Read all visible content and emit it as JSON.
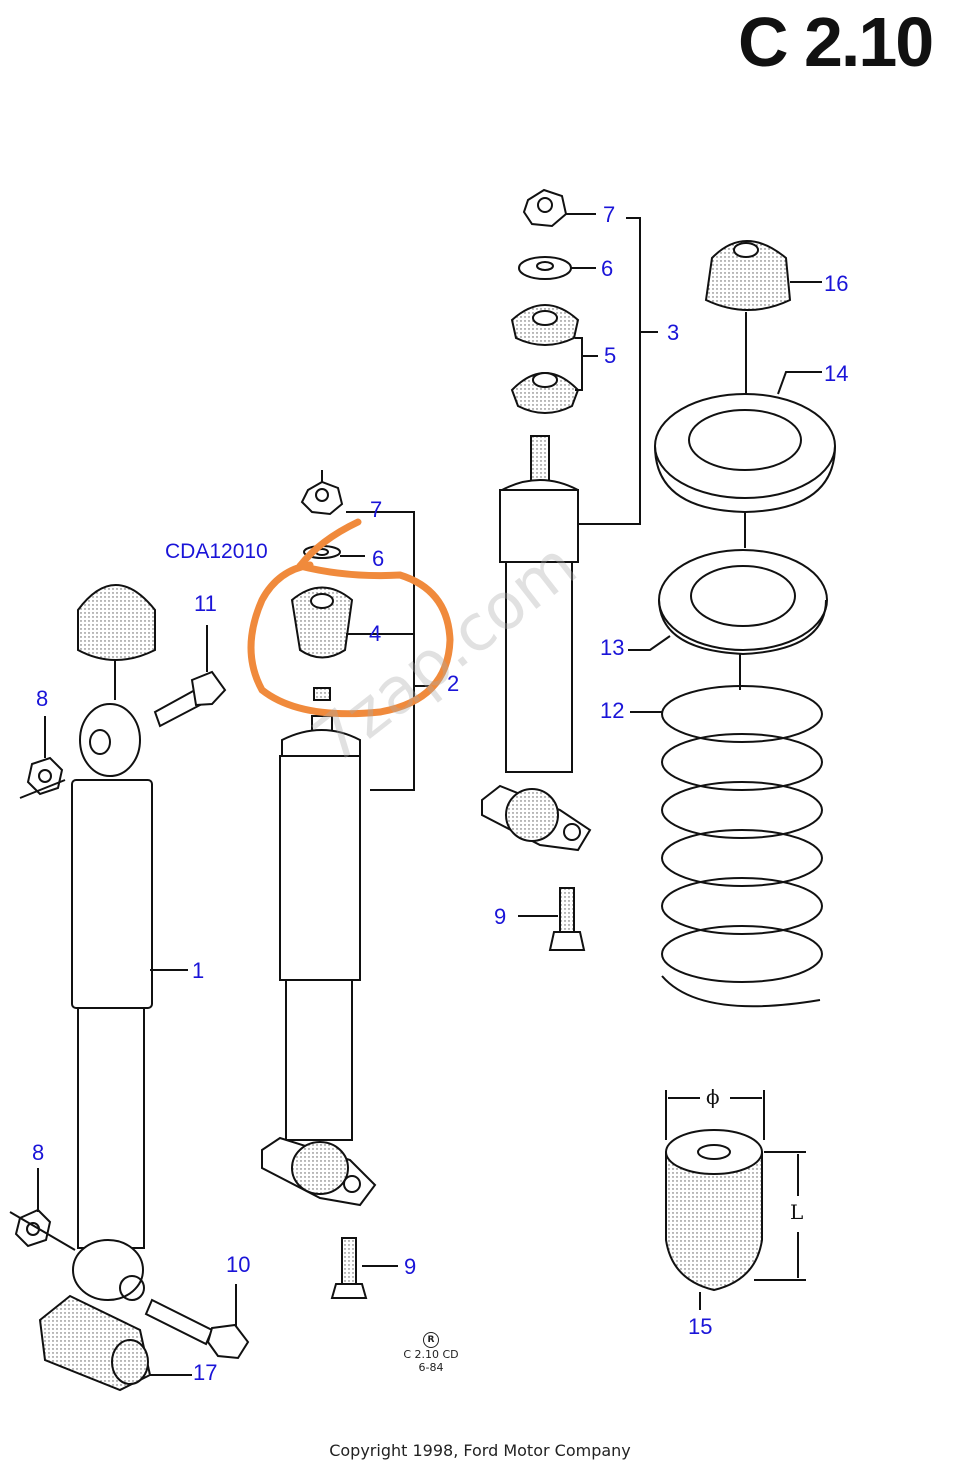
{
  "diagram_code": "C 2.10",
  "catalog_ref": "CDA12010",
  "stamp": {
    "mark": "R",
    "line1": "C 2.10 CD",
    "line2": "6-84"
  },
  "watermark": "7zap.com",
  "copyright": "Copyright 1998, Ford Motor Company",
  "dimension_labels": {
    "diameter": "ϕ",
    "length": "L"
  },
  "callouts": {
    "c1": "1",
    "c2": "2",
    "c3": "3",
    "c4": "4",
    "c5": "5",
    "c6a": "6",
    "c6b": "6",
    "c7a": "7",
    "c7b": "7",
    "c8a": "8",
    "c8b": "8",
    "c9a": "9",
    "c9b": "9",
    "c10": "10",
    "c11": "11",
    "c12": "12",
    "c13": "13",
    "c14": "14",
    "c15": "15",
    "c16": "16",
    "c17": "17"
  },
  "colors": {
    "callout": "#1a14d8",
    "highlight": "#f08a3c",
    "line": "#111111"
  },
  "highlighted_part": "4"
}
